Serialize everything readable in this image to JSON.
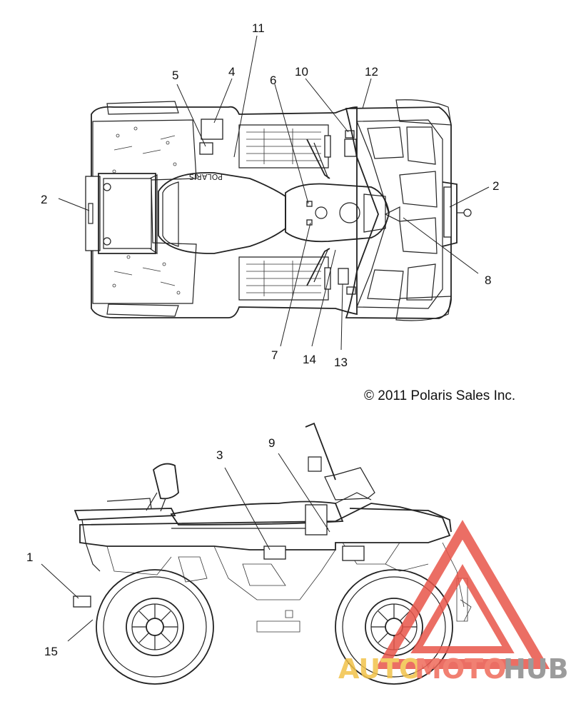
{
  "diagram": {
    "copyright": "© 2011 Polaris Sales Inc.",
    "callouts": {
      "c1": "1",
      "c2a": "2",
      "c2b": "2",
      "c3": "3",
      "c4": "4",
      "c5": "5",
      "c6": "6",
      "c7": "7",
      "c8": "8",
      "c9": "9",
      "c10": "10",
      "c11": "11",
      "c12": "12",
      "c13": "13",
      "c14": "14",
      "c15": "15"
    },
    "fender_lettering": "POLARIS"
  },
  "watermark": {
    "part1": "AUTO",
    "part2": "MOTO",
    "part3": "HUB",
    "colors": {
      "auto": "#f2c24a",
      "moto": "#ef6a5a",
      "hub": "#8a8a8a",
      "triangle": "#e8554a"
    }
  }
}
